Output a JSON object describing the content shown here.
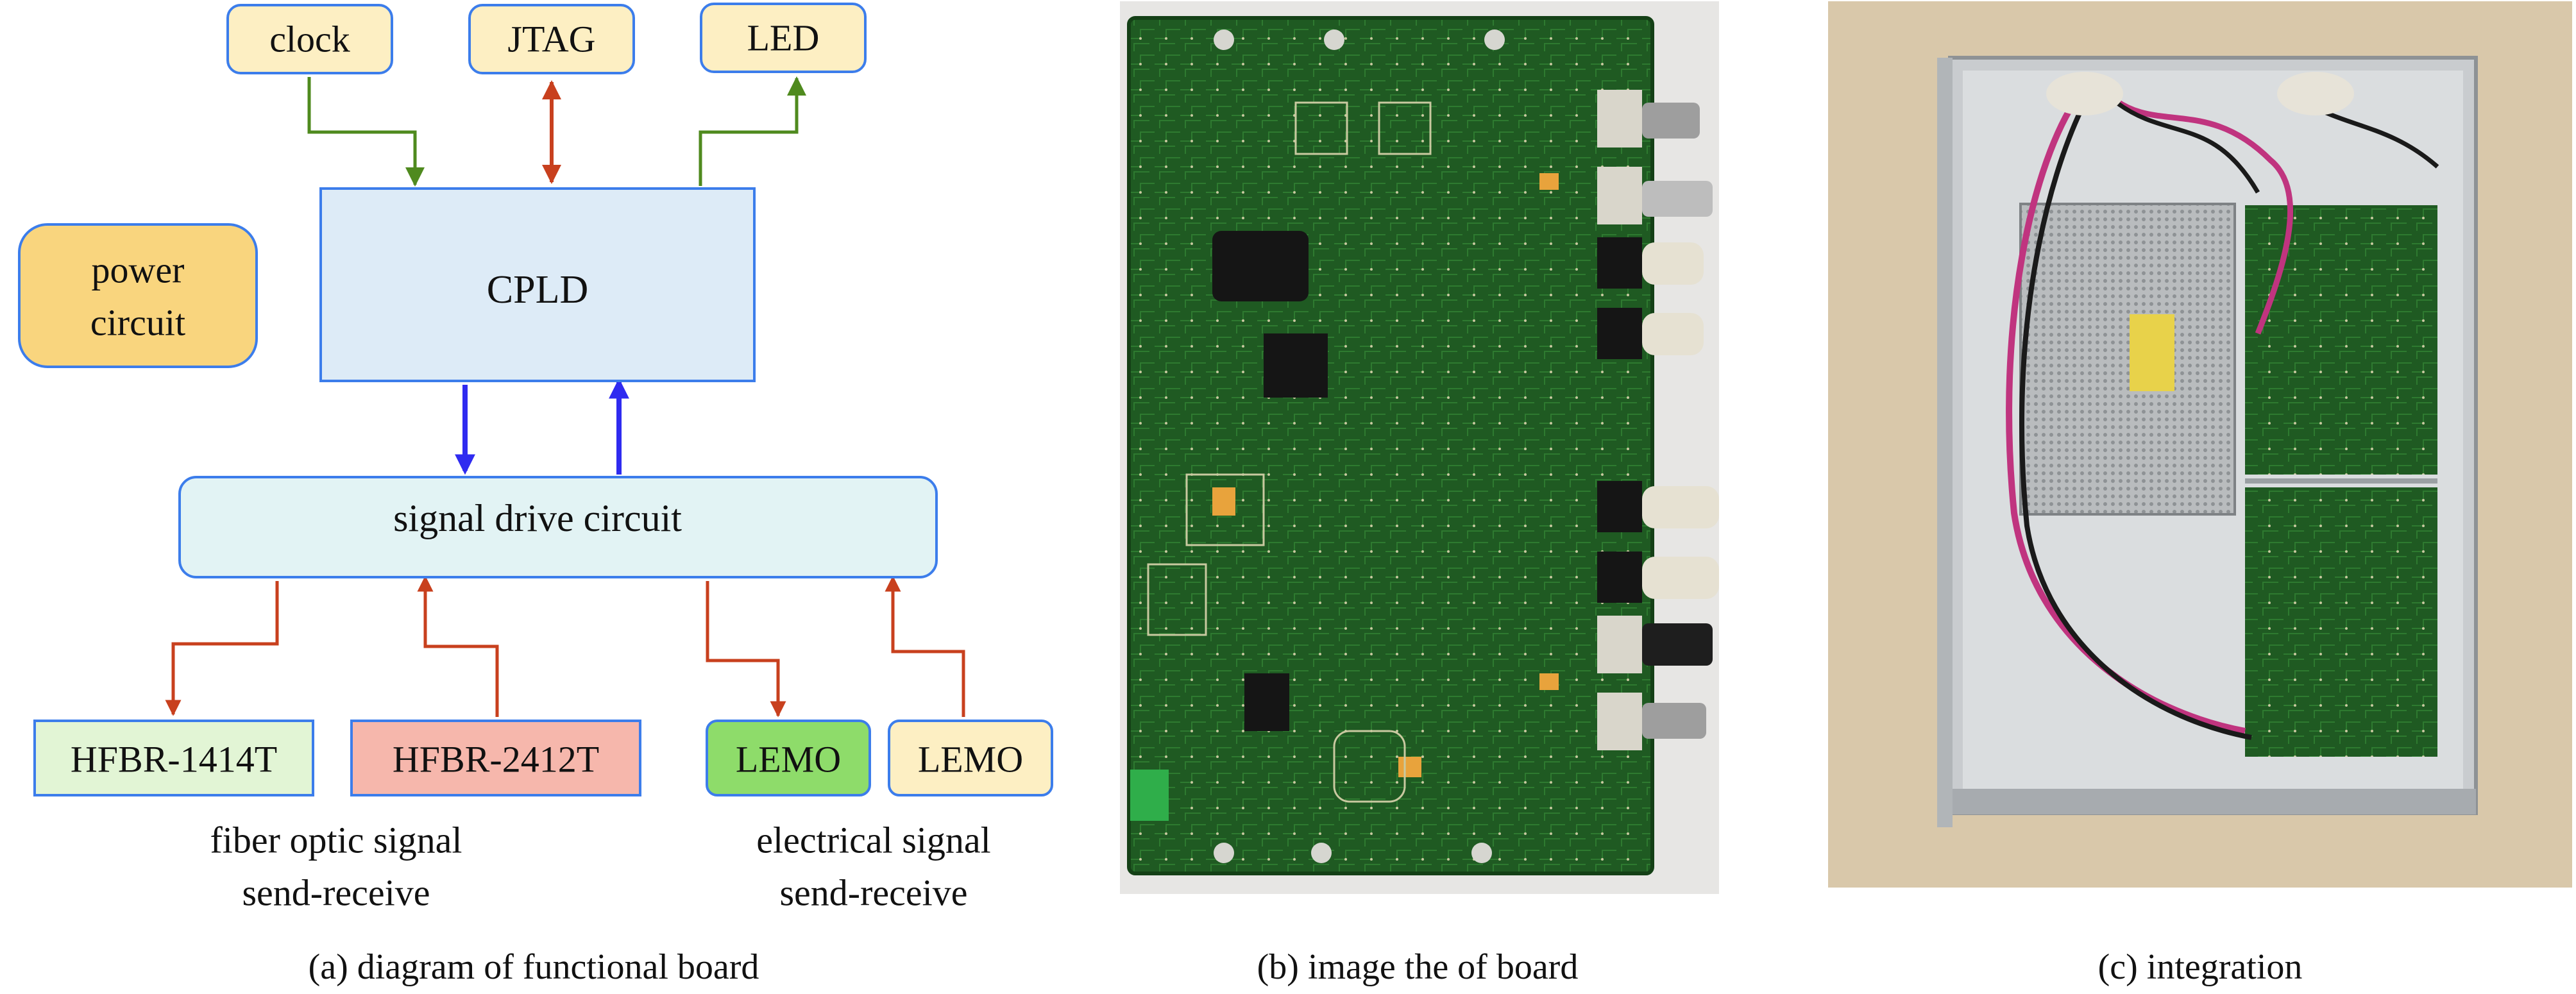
{
  "panels": {
    "a": {
      "caption": "(a) diagram of functional board",
      "blocks": {
        "clock": "clock",
        "jtag": "JTAG",
        "led": "LED",
        "power_line1": "power",
        "power_line2": "circuit",
        "cpld": "CPLD",
        "signal_drive": "signal drive circuit",
        "hfbr_tx": "HFBR-1414T",
        "hfbr_rx": "HFBR-2412T",
        "lemo_out": "LEMO",
        "lemo_in": "LEMO"
      },
      "group_labels": {
        "fiber_line1": "fiber optic signal",
        "fiber_line2": "send-receive",
        "electrical_line1": "electrical signal",
        "electrical_line2": "send-receive"
      }
    },
    "b": {
      "caption": "(b) image the of board"
    },
    "c": {
      "caption": "(c) integration"
    }
  },
  "colors": {
    "block_yellow": "#FDEFC3",
    "block_power": "#F9D57E",
    "block_cpld": "#DDEBF7",
    "block_drive": "#E2F3F4",
    "block_hfbr_tx": "#E2F5D5",
    "block_hfbr_rx": "#F6B7AC",
    "block_lemo_green": "#8EDC6A",
    "border_blue": "#3C7DEB",
    "arrow_green": "#4F8A1E",
    "arrow_red": "#C8401E",
    "arrow_blue": "#2F2BF0",
    "pcb_green": "#1F5A22",
    "case_silver": "#C9CCCF"
  }
}
